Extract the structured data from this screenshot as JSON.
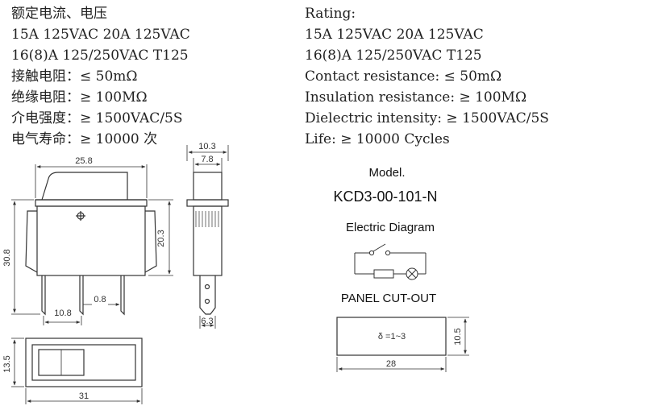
{
  "specs_cn": [
    "额定电流、电压",
    "15A 125VAC  20A 125VAC",
    "16(8)A 125/250VAC T125",
    "接触电阻：≤ 50mΩ",
    "绝缘电阻：≥ 100MΩ",
    "介电强度：≥ 1500VAC/5S",
    "电气寿命：≥ 10000 次"
  ],
  "specs_en": [
    "Rating:",
    "15A 125VAC  20A 125VAC",
    "16(8)A 125/250VAC T125",
    "Contact resistance: ≤ 50mΩ",
    "Insulation resistance: ≥ 100MΩ",
    "Dielectric intensity: ≥ 1500VAC/5S",
    "Life: ≥ 10000 Cycles"
  ],
  "model": {
    "label": "Model.",
    "number": "KCD3-00-101-N"
  },
  "electric_diagram": {
    "title": "Electric Diagram"
  },
  "panel_cutout": {
    "title": "PANEL CUT-OUT",
    "delta_note": "δ =1~3",
    "width": "28",
    "height": "10.5"
  },
  "front_view": {
    "top_width": "25.8",
    "height_total": "30.8",
    "height_body": "20.3",
    "pin_pitch": "10.8",
    "pin_thickness": "0.8"
  },
  "side_view": {
    "width_top": "10.3",
    "width_inner": "7.8",
    "pin_width": "6.3"
  },
  "top_view": {
    "height": "13.5",
    "width": "31"
  }
}
